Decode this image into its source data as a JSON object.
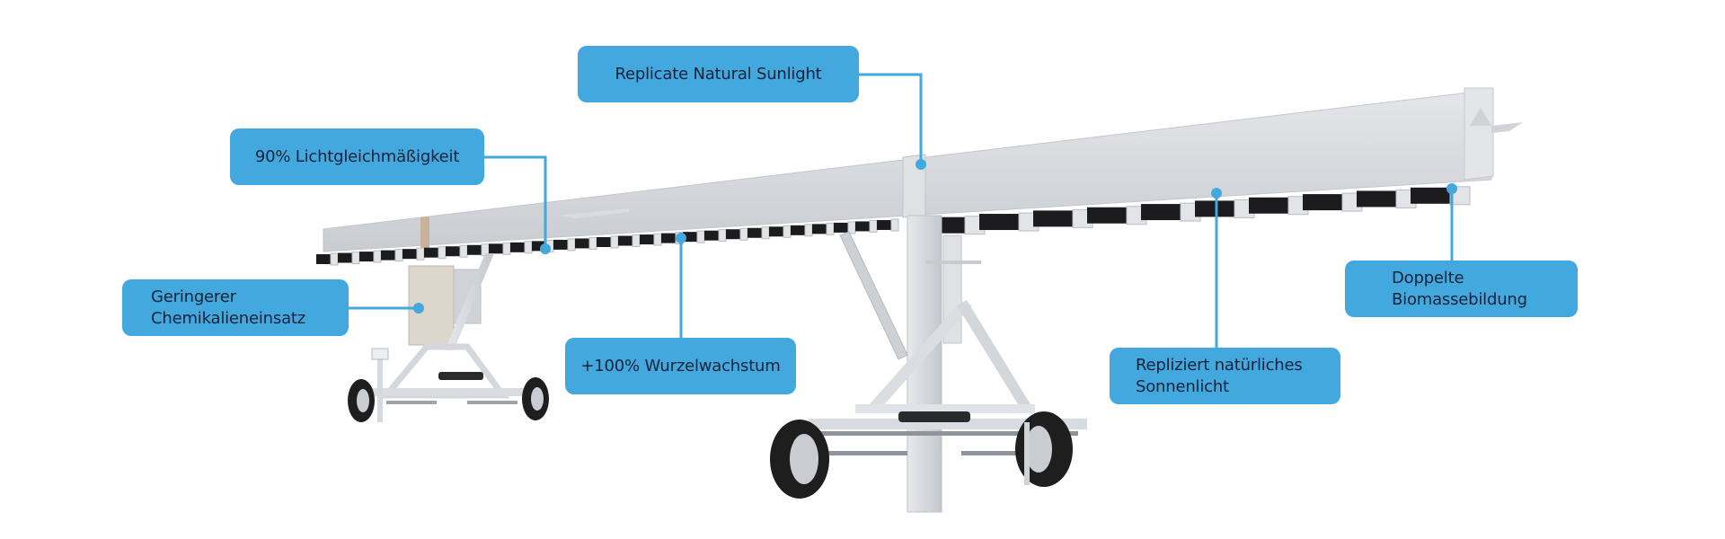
{
  "colors": {
    "callout_bg": "#42a8de",
    "callout_text": "#15233a",
    "leader_line": "#42a8de",
    "beam": "#d6d8dc",
    "lamp": "#1c1c1e",
    "tire": "#1e1e1e",
    "cabinet": "#dcd6cc"
  },
  "machine": {
    "description": "Mobile LED grow-light boom on two wheeled carts"
  },
  "callouts": [
    {
      "id": "replicate-natural-sunlight",
      "label": "Replicate Natural Sunlight"
    },
    {
      "id": "light-uniformity",
      "label": "90% Lichtgleichmäßigkeit"
    },
    {
      "id": "reduced-chemicals",
      "label": "Geringerer\nChemikalieneinsatz"
    },
    {
      "id": "root-growth",
      "label": "+100% Wurzelwachstum"
    },
    {
      "id": "replicates-sunlight-de",
      "label": "Repliziert natürliches\nSonnenlicht"
    },
    {
      "id": "double-biomass",
      "label": "Doppelte\nBiomassebildung"
    }
  ]
}
